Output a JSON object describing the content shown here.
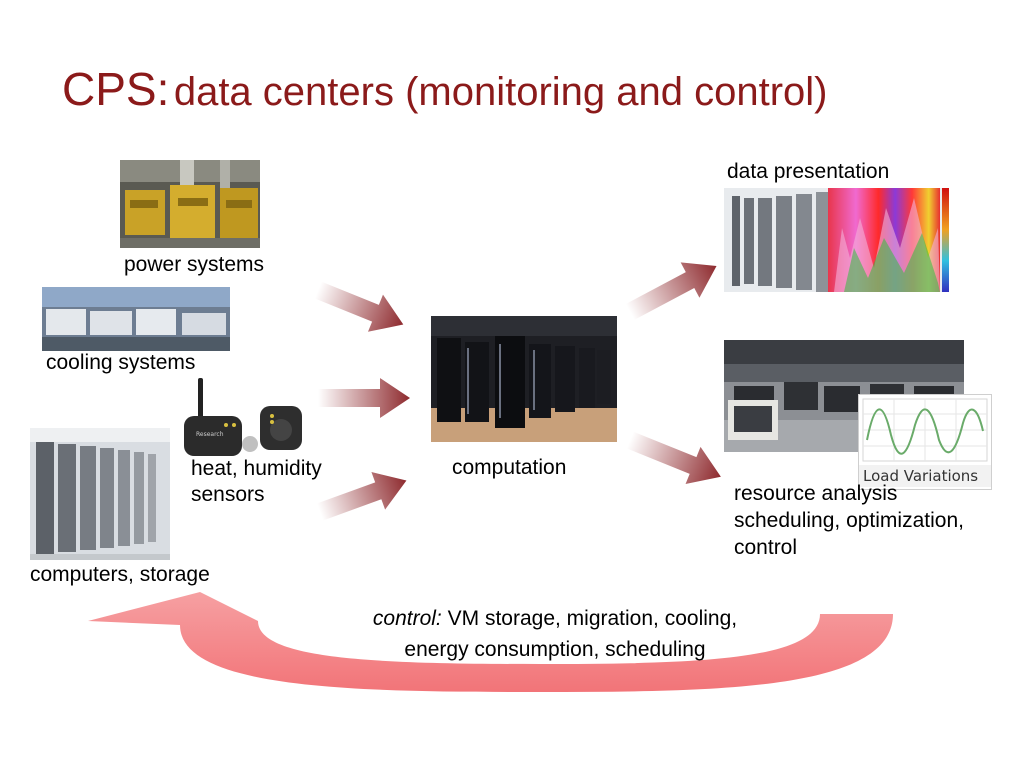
{
  "slide": {
    "title_prefix": "CPS:",
    "title_rest": "data centers (monitoring and control)"
  },
  "inputs": {
    "power": "power systems",
    "cooling": "cooling systems",
    "sensors_line1": "heat, humidity",
    "sensors_line2": "sensors",
    "computers": "computers, storage"
  },
  "center": {
    "computation": "computation"
  },
  "outputs": {
    "presentation": "data presentation",
    "analysis_line1": "resource analysis",
    "analysis_line2": "scheduling, optimization,",
    "analysis_line3": "control",
    "load_variations": "Load Variations"
  },
  "feedback": {
    "control_label": "control:",
    "line1_rest": "VM storage, migration, cooling,",
    "line2": "energy consumption, scheduling"
  },
  "colors": {
    "title": "#8b1a1a",
    "arrow": "#8e2a2e",
    "feedback_arrow": "#f27d7f"
  }
}
